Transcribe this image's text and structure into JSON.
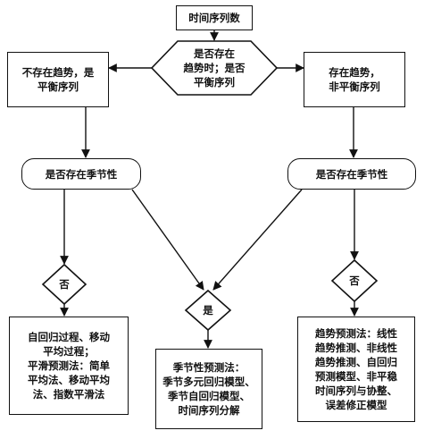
{
  "nodes": {
    "top": {
      "label": "时间序列数"
    },
    "hex": {
      "lines": [
        "是否存在",
        "趋势时；是否",
        "平衡序列"
      ]
    },
    "left_box": {
      "lines": [
        "不存在趋势，是",
        "平衡序列"
      ]
    },
    "right_box": {
      "lines": [
        "存在趋势，",
        "非平衡序列"
      ]
    },
    "left_season": {
      "label": "是否存在季节性"
    },
    "right_season": {
      "label": "是否存在季节性"
    },
    "left_no": {
      "label": "否"
    },
    "mid_yes": {
      "label": "是"
    },
    "right_no": {
      "label": "否"
    },
    "left_methods": {
      "lines": [
        "自回归过程、移动",
        "平均过程；",
        "平滑预测法：简单",
        "平均法、移动平均",
        "法、指数平滑法"
      ]
    },
    "mid_methods": {
      "lines": [
        "季节性预测法：",
        "季节多元回归模型、",
        "季节自回归模型、",
        "时间序列分解"
      ]
    },
    "right_methods": {
      "lines": [
        "趋势预测法：线性",
        "趋势推测、非线性",
        "趋势推测、自回归",
        "预测模型、非平稳",
        "时间序列与协整、",
        "误差修正模型"
      ]
    }
  }
}
